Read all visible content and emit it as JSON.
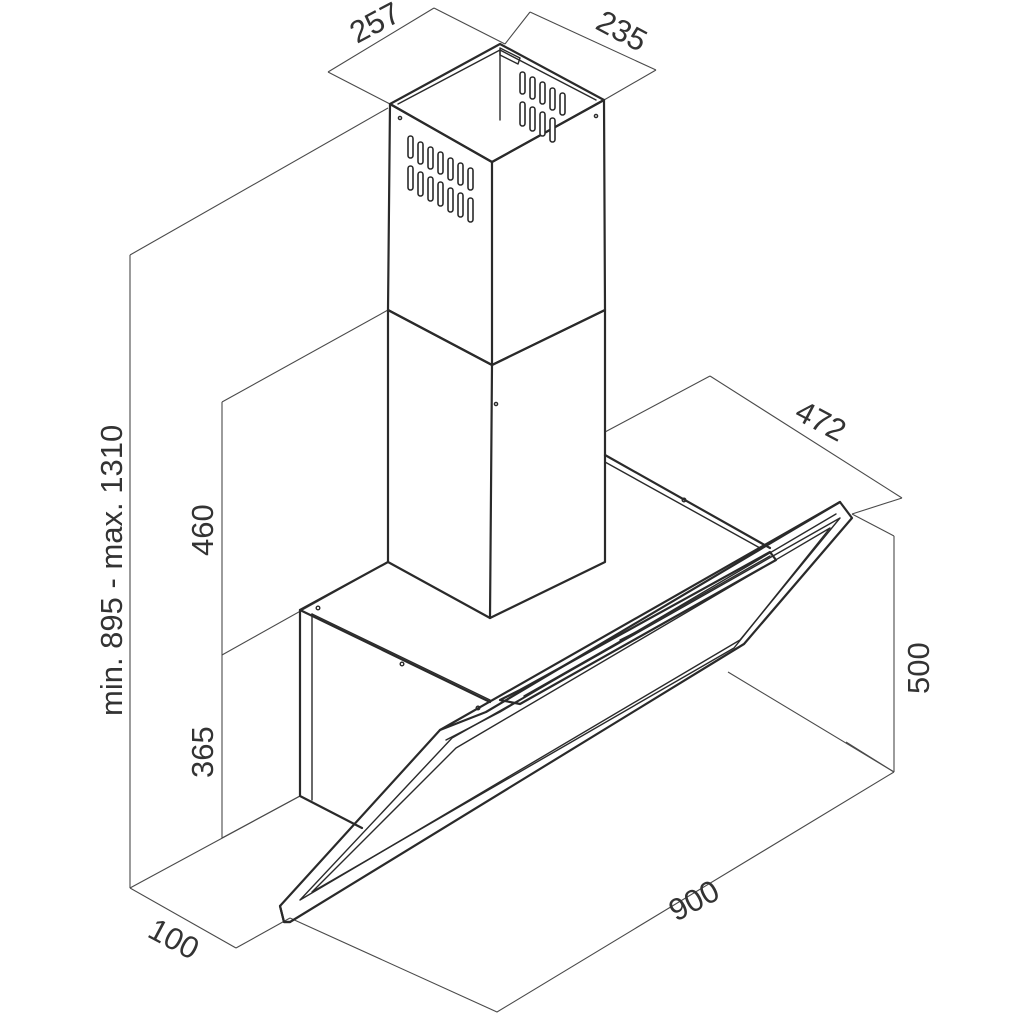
{
  "dimensions": {
    "chimney_width": "257",
    "chimney_depth": "235",
    "hood_depth": "472",
    "chimney_upper_height": "460",
    "body_height": "365",
    "hood_height": "500",
    "total_height": "min. 895 - max. 1310",
    "wall_offset": "100",
    "hood_width": "900"
  },
  "colors": {
    "line": "#2a2a2a",
    "dimension_line": "#4a4a4a",
    "label": "#333333",
    "background": "#ffffff"
  }
}
